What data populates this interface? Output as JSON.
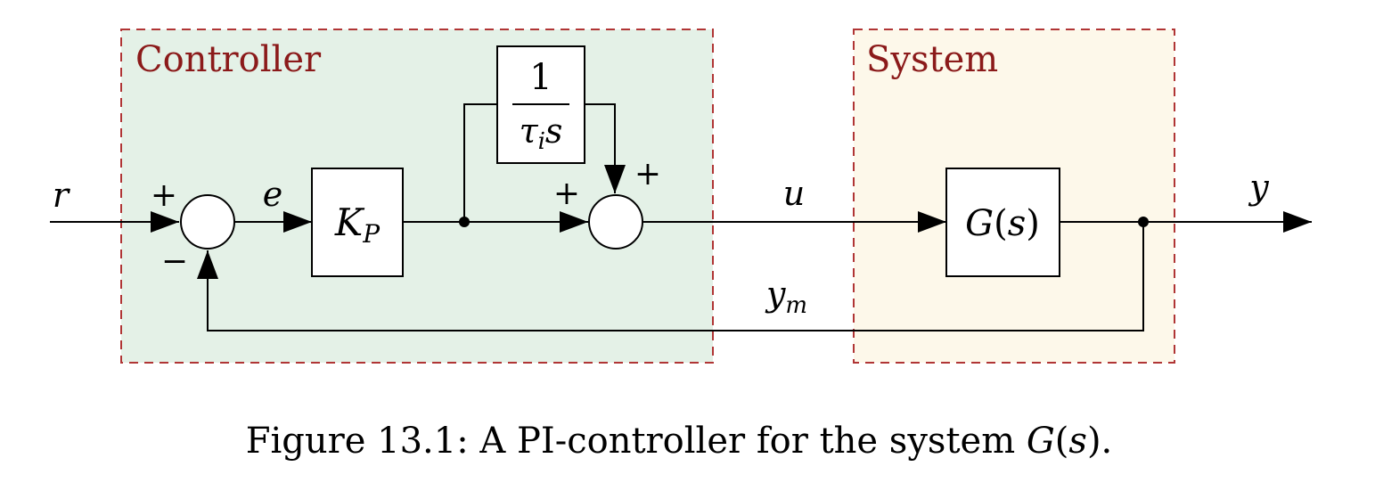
{
  "colors": {
    "controller_fill": "#e4f1e7",
    "system_fill": "#fdf8ea",
    "frame_stroke": "#b03535",
    "group_label": "#8b1a1a",
    "line": "#000000"
  },
  "groups": {
    "controller": {
      "label": "Controller"
    },
    "system": {
      "label": "System"
    }
  },
  "blocks": {
    "kp": {
      "main": "K",
      "sub": "P"
    },
    "integrator": {
      "numerator": "1",
      "den_main": "τ",
      "den_sub": "i",
      "den_tail": "s"
    },
    "plant": {
      "pre": "G",
      "paren_open": "(",
      "arg": "s",
      "paren_close": ")"
    }
  },
  "signals": {
    "r": "r",
    "e": "e",
    "u": "u",
    "y": "y",
    "ym_main": "y",
    "ym_sub": "m"
  },
  "signs": {
    "sum1_plus": "+",
    "sum1_minus": "−",
    "sum2_plus_left": "+",
    "sum2_plus_top": "+"
  },
  "caption": {
    "prefix": "Figure 13.1: A PI-controller for the system ",
    "sym": "G",
    "paren_open": "(",
    "arg": "s",
    "paren_close": ").",
    "full": "Figure 13.1: A PI-controller for the system G(s)."
  }
}
